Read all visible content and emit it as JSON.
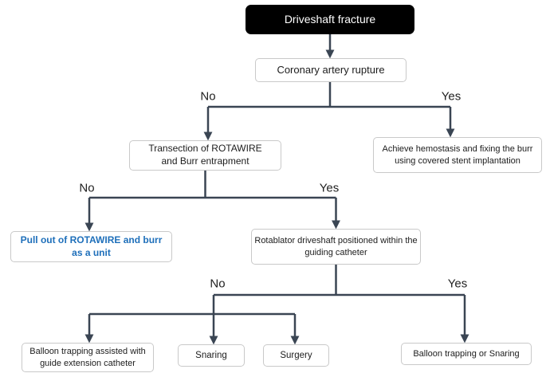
{
  "diagram": {
    "colors": {
      "root_background": "#000000",
      "root_text": "#ffffff",
      "node_border": "#c9c9c9",
      "node_text": "#1c1c1c",
      "highlight_node_text": "#1e6fba",
      "connector": "#3a4553"
    },
    "nodes": {
      "root": "Driveshaft fracture",
      "coronary_rupture": "Coronary artery rupture",
      "transection": "Transection of ROTAWIRE and Burr entrapment",
      "hemostasis": "Achieve hemostasis and fixing the burr using covered stent implantation",
      "pull_out": "Pull out of ROTAWIRE and burr as a unit",
      "rotablator": "Rotablator driveshaft positioned within the guiding catheter",
      "balloon_trapping_guide": "Balloon trapping assisted with guide extension catheter",
      "snaring": "Snaring",
      "surgery": "Surgery",
      "balloon_or_snaring": "Balloon trapping or Snaring"
    },
    "edge_labels": {
      "no1": "No",
      "yes1": "Yes",
      "no2": "No",
      "yes2": "Yes",
      "no3": "No",
      "yes3": "Yes"
    },
    "edges": [
      {
        "from": "root",
        "to": "coronary_rupture",
        "label": ""
      },
      {
        "from": "coronary_rupture",
        "to": "transection",
        "label": "No"
      },
      {
        "from": "coronary_rupture",
        "to": "hemostasis",
        "label": "Yes"
      },
      {
        "from": "transection",
        "to": "pull_out",
        "label": "No"
      },
      {
        "from": "transection",
        "to": "rotablator",
        "label": "Yes"
      },
      {
        "from": "rotablator",
        "to": "balloon_trapping_guide",
        "label": "No"
      },
      {
        "from": "rotablator",
        "to": "snaring",
        "label": "No"
      },
      {
        "from": "rotablator",
        "to": "surgery",
        "label": "No"
      },
      {
        "from": "rotablator",
        "to": "balloon_or_snaring",
        "label": "Yes"
      }
    ]
  }
}
